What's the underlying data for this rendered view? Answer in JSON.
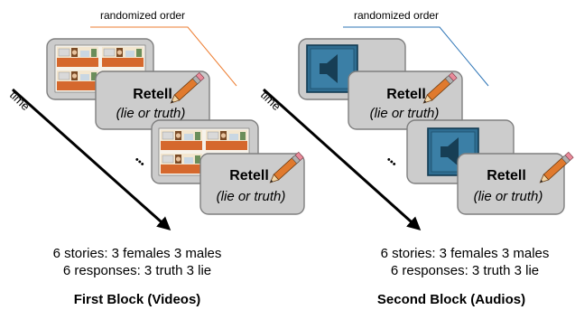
{
  "blocks": [
    {
      "order_label": "randomized order",
      "time_label": "time",
      "card_title": "Retell",
      "card_subtitle": "(lie or truth)",
      "ellipsis": "•••",
      "stats_line1": "6 stories: 3 females 3 males",
      "stats_line2": "6 responses: 3 truth 3 lie",
      "title": "First Block (Videos)",
      "stimulus": "video-thumbnail",
      "order_line_color": "#ed7d31"
    },
    {
      "order_label": "randomized order",
      "time_label": "time",
      "card_title": "Retell",
      "card_subtitle": "(lie or truth)",
      "ellipsis": "•••",
      "stats_line1": "6 stories: 3 females 3 males",
      "stats_line2": "6 responses: 3 truth 3 lie",
      "title": "Second Block (Audios)",
      "stimulus": "speaker-icon",
      "order_line_color": "#2e75b6"
    }
  ],
  "colors": {
    "card_fill": "#cccccc",
    "card_stroke": "#7f7f7f",
    "speaker_fill": "#2e6f94",
    "arrow": "#000000"
  }
}
